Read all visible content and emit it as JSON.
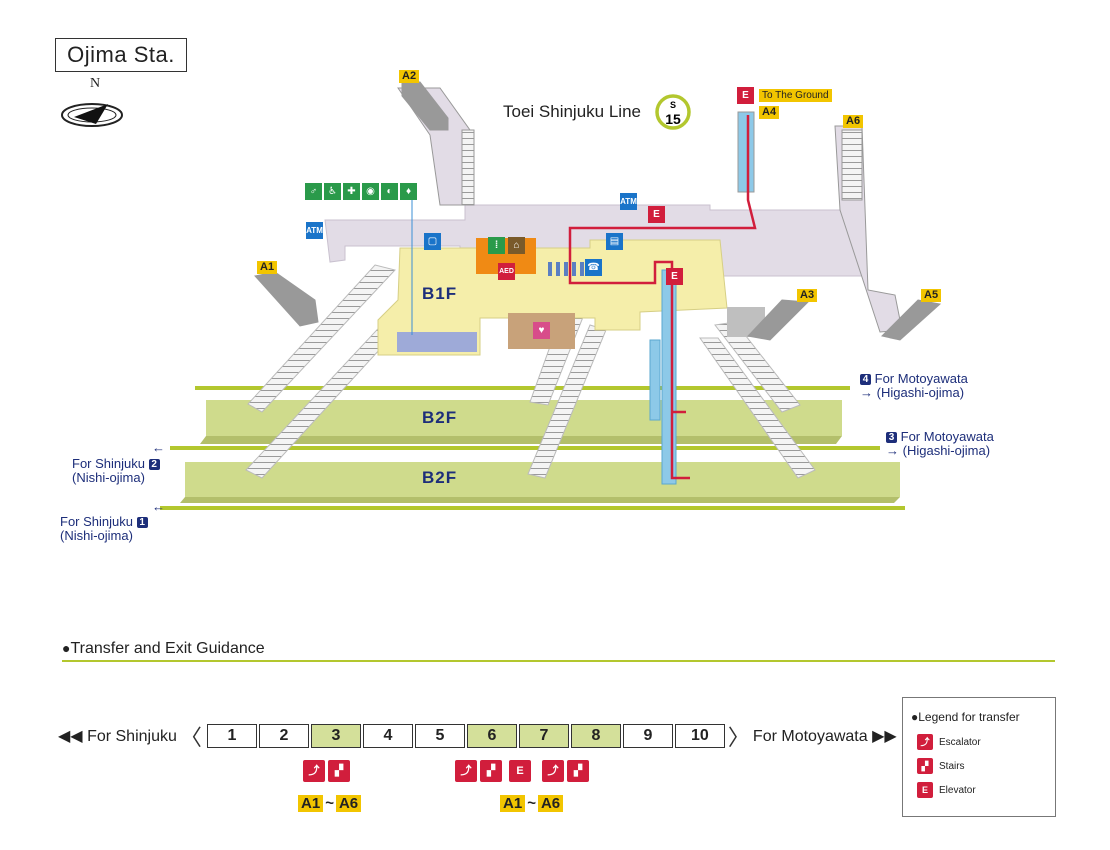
{
  "station": {
    "title": "Ojima Sta.",
    "north": "N",
    "line_name": "Toei Shinjuku Line",
    "line_code_letter": "S",
    "line_code_number": "15"
  },
  "map": {
    "exits": [
      "A1",
      "A2",
      "A3",
      "A4",
      "A5",
      "A6"
    ],
    "to_ground": "To The Ground",
    "floors": {
      "b1": "B1F",
      "b2_upper": "B2F",
      "b2_lower": "B2F"
    },
    "directions": {
      "platform4": {
        "num": "4",
        "line1": "For Motoyawata",
        "line2": "(Higashi-ojima)"
      },
      "platform3": {
        "num": "3",
        "line1": "For Motoyawata",
        "line2": "(Higashi-ojima)"
      },
      "platform2": {
        "num": "2",
        "line1": "For Shinjuku",
        "line2": "(Nishi-ojima)"
      },
      "platform1": {
        "num": "1",
        "line1": "For Shinjuku",
        "line2": "(Nishi-ojima)"
      }
    },
    "facility_labels": {
      "atm": "ATM",
      "aed": "AED"
    }
  },
  "guide": {
    "title": "Transfer and Exit Guidance",
    "left_label": "For Shinjuku",
    "right_label": "For Motoyawata",
    "cars": [
      "1",
      "2",
      "3",
      "4",
      "5",
      "6",
      "7",
      "8",
      "9",
      "10"
    ],
    "highlighted_cars": [
      "3",
      "6",
      "7",
      "8"
    ],
    "exit_from": "A1",
    "exit_sep": "~",
    "exit_to": "A6",
    "colors": {
      "highlight": "#d4e09a",
      "accent_line": "#b3c72e",
      "exit_tag": "#f2c500",
      "transfer_icon": "#d11e3c",
      "text_blue": "#1d2e7a"
    }
  },
  "legend": {
    "title": "Legend for transfer",
    "items": [
      {
        "icon": "escalator-icon",
        "label": "Escalator"
      },
      {
        "icon": "stairs-icon",
        "label": "Stairs"
      },
      {
        "icon": "elevator-icon",
        "label": "Elevator"
      }
    ]
  }
}
